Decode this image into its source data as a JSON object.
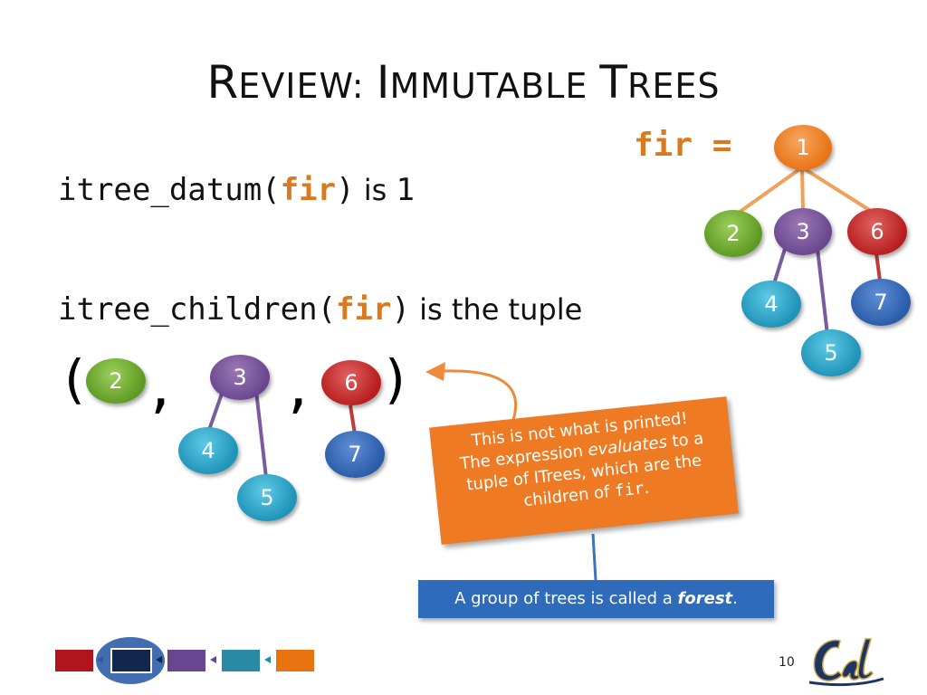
{
  "title": {
    "first_letter_1": "R",
    "rest_1": "EVIEW: ",
    "first_letter_2": "I",
    "rest_2": "MMUTABLE ",
    "first_letter_3": "T",
    "rest_3": "REES"
  },
  "fir_label": "fir =",
  "line1": {
    "func": "itree_datum(",
    "arg": "fir",
    "close": ")",
    "is": " is ",
    "value": "1"
  },
  "line2": {
    "func": "itree_children(",
    "arg": "fir",
    "close": ")",
    "text": " is the tuple"
  },
  "tuple": {
    "open": "(",
    "comma1": ",",
    "comma2": ",",
    "close": ")"
  },
  "tree_nodes": {
    "n1": "1",
    "n2": "2",
    "n3": "3",
    "n6": "6",
    "n4": "4",
    "n5": "5",
    "n7": "7"
  },
  "tuple_nodes": {
    "a2": "2",
    "b3": "3",
    "b4": "4",
    "b5": "5",
    "c6": "6",
    "c7": "7"
  },
  "callout_orange": {
    "line1": "This is not what is printed!",
    "line2a": "The expression ",
    "line2b": "evaluates",
    "line2c": " to a",
    "line3": "tuple of ITrees, which are the",
    "line4a": "children of ",
    "line4b": "fir",
    "line4c": "."
  },
  "callout_blue": {
    "text": "A group of trees is called a ",
    "emph": "forest",
    "end": "."
  },
  "page_number": "10",
  "logo_text": "Cal",
  "nav_thumbnails": [
    "red",
    "navy",
    "purple",
    "teal",
    "orange"
  ],
  "colors": {
    "accent": "#d97a1e",
    "orange_node": "#e97316",
    "green_node": "#5e9a22",
    "purple_node": "#6a4690",
    "red_node": "#b81e1e",
    "teal_node": "#1f93b8",
    "blue_node": "#2a5ca8",
    "callout_blue": "#2f6bbb",
    "logo": "#1d3566"
  }
}
